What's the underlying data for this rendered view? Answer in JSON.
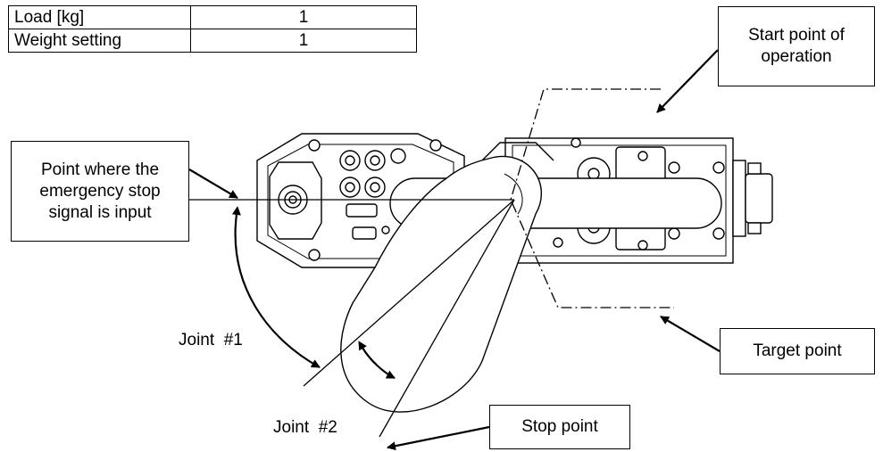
{
  "table": {
    "rows": [
      {
        "label": "Load [kg]",
        "value": "1"
      },
      {
        "label": "Weight setting",
        "value": "1"
      }
    ]
  },
  "callouts": {
    "start_point": "Start point of operation",
    "emergency_stop": "Point where the emergency stop signal is input",
    "target_point": "Target point",
    "stop_point": "Stop point"
  },
  "labels": {
    "joint1": "Joint  #1",
    "joint2": "Joint  #2"
  }
}
